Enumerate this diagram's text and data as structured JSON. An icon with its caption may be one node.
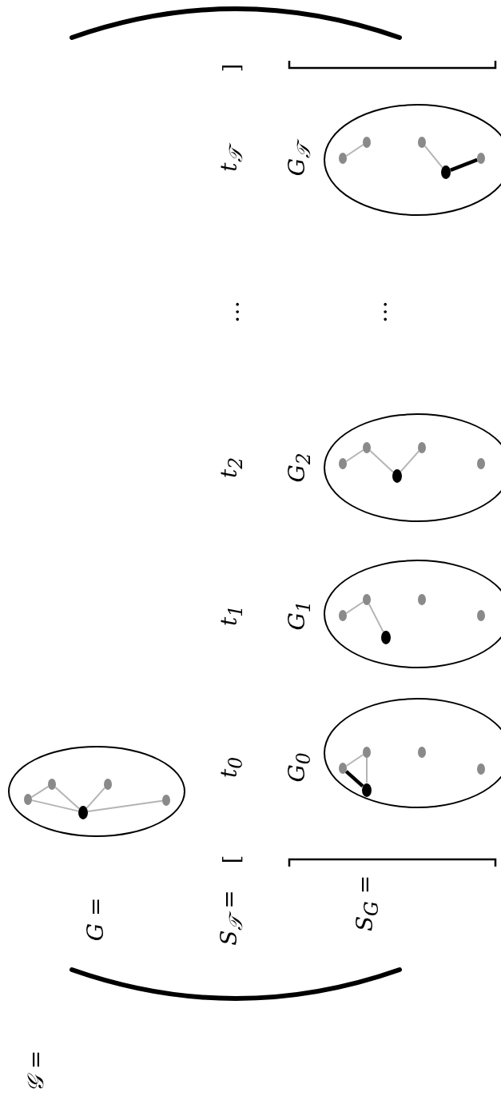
{
  "diagram": {
    "nodes": [
      {
        "text": [],
        "shape": "ellipse"
      },
      {
        "text": [],
        "shape": "circle",
        "in": 0
      },
      {
        "text": [],
        "shape": "circle",
        "in": 0
      },
      {
        "text": [],
        "shape": "circle",
        "in": 0
      },
      {
        "text": [],
        "shape": "circle",
        "in": 0
      },
      {
        "text": [],
        "shape": "circle",
        "in": 0
      },
      {
        "text": [],
        "shape": "ellipse",
        "beside": [
          "G$_{0}$"
        ]
      },
      {
        "text": [],
        "shape": "circle",
        "in": 6
      },
      {
        "text": [],
        "shape": "circle",
        "in": 6
      },
      {
        "text": [],
        "shape": "circle",
        "in": 6
      },
      {
        "text": [],
        "shape": "circle",
        "in": 6
      },
      {
        "text": [],
        "shape": "circle",
        "in": 6
      },
      {
        "text": [],
        "shape": "ellipse",
        "beside": [
          "G$_{1}$"
        ]
      },
      {
        "text": [],
        "shape": "circle",
        "in": 12
      },
      {
        "text": [],
        "shape": "circle",
        "in": 12
      },
      {
        "text": [],
        "shape": "circle",
        "in": 12
      },
      {
        "text": [],
        "shape": "circle",
        "in": 12
      },
      {
        "text": [],
        "shape": "circle",
        "in": 12
      },
      {
        "text": [],
        "shape": "ellipse",
        "beside": [
          "G$_{2}$"
        ]
      },
      {
        "text": [],
        "shape": "circle",
        "in": 18
      },
      {
        "text": [],
        "shape": "circle",
        "in": 18
      },
      {
        "text": [],
        "shape": "circle",
        "in": 18
      },
      {
        "text": [],
        "shape": "circle",
        "in": 18
      },
      {
        "text": [],
        "shape": "circle",
        "in": 18
      },
      {
        "text": [],
        "shape": "ellipse",
        "beside": [
          "G$_{𝒯}$"
        ]
      },
      {
        "text": [],
        "shape": "circle",
        "in": 24
      },
      {
        "text": [],
        "shape": "circle",
        "in": 24
      },
      {
        "text": [],
        "shape": "circle",
        "in": 24
      },
      {
        "text": [],
        "shape": "circle",
        "in": 24
      },
      {
        "text": [],
        "shape": "circle",
        "in": 24
      }
    ],
    "edges": [
      {
        "from": 1,
        "to": 2,
        "arrow": "none"
      },
      {
        "from": 2,
        "to": 5,
        "arrow": "none"
      },
      {
        "from": 1,
        "to": 5,
        "arrow": "none"
      },
      {
        "from": 3,
        "to": 5,
        "arrow": "none"
      },
      {
        "from": 5,
        "to": 4,
        "arrow": "none"
      },
      {
        "from": 7,
        "to": 8,
        "arrow": "none"
      },
      {
        "from": 8,
        "to": 11,
        "arrow": "none"
      },
      {
        "from": 7,
        "to": 11,
        "arrow": "none",
        "style": "thick",
        "color": "#000000"
      },
      {
        "from": 13,
        "to": 14,
        "arrow": "none"
      },
      {
        "from": 14,
        "to": 17,
        "arrow": "none"
      },
      {
        "from": 19,
        "to": 20,
        "arrow": "none"
      },
      {
        "from": 20,
        "to": 23,
        "arrow": "none"
      },
      {
        "from": 23,
        "to": 21,
        "arrow": "none"
      },
      {
        "from": 25,
        "to": 26,
        "arrow": "none"
      },
      {
        "from": 27,
        "to": 29,
        "arrow": "none"
      },
      {
        "from": 29,
        "to": 28,
        "arrow": "none",
        "style": "thick",
        "color": "#000000"
      }
    ],
    "labels": [
      "𝒢 =",
      "G =",
      "S$_{𝒯}$ =",
      "[",
      "t$_{0}$",
      "t$_{1}$",
      "t$_{2}$",
      "…",
      "t$_{𝒯}$",
      "]",
      "S$_{G}$ =",
      "…"
    ]
  }
}
